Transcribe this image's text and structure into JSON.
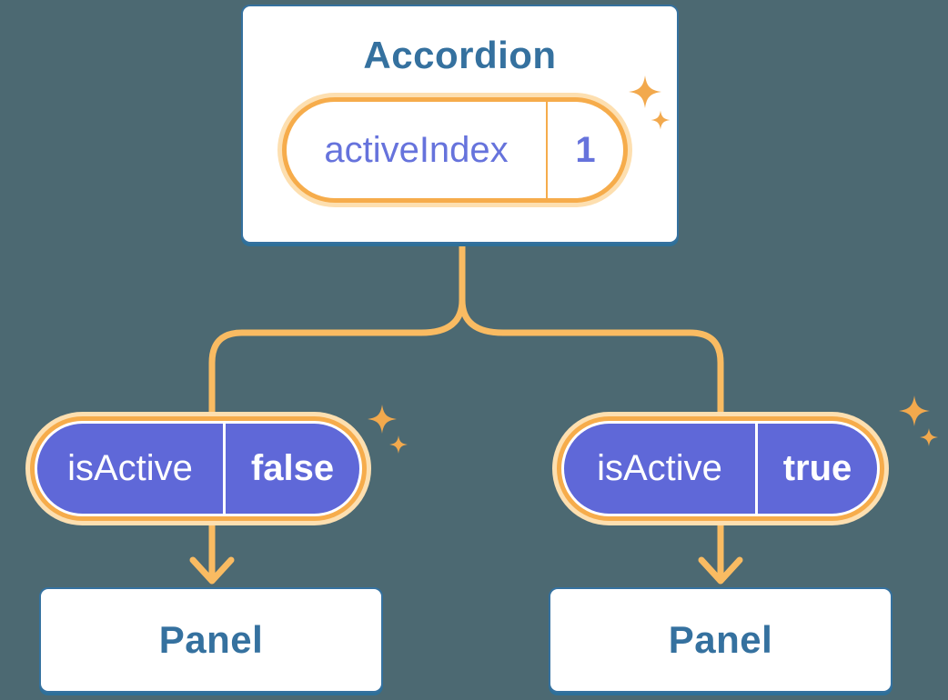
{
  "diagram": {
    "description": "Component tree: Accordion holds state activeIndex and passes isActive props to two Panel children",
    "root": {
      "title": "Accordion",
      "state": {
        "name": "activeIndex",
        "value": "1"
      }
    },
    "children": [
      {
        "prop": {
          "name": "isActive",
          "value": "false"
        },
        "node": {
          "title": "Panel"
        }
      },
      {
        "prop": {
          "name": "isActive",
          "value": "true"
        },
        "node": {
          "title": "Panel"
        }
      }
    ]
  },
  "decorations": {
    "sparkle_icon": "four-point-sparkle",
    "sparkle_groups": 3
  },
  "colors": {
    "background": "#4C6972",
    "box-fill": "#FFFFFF",
    "box-border": "#35719F",
    "box-shadow-color": "#2E7098",
    "title-text": "#35719F",
    "accent-orange": "#F6AC4B",
    "accent-orange-light": "#FDDFB0",
    "connector": "#F9BB62",
    "sparkle": "#F2A94D",
    "state-text": "#6673DC",
    "prop-fill": "#5F68D8",
    "prop-text": "#FFFFFF"
  }
}
